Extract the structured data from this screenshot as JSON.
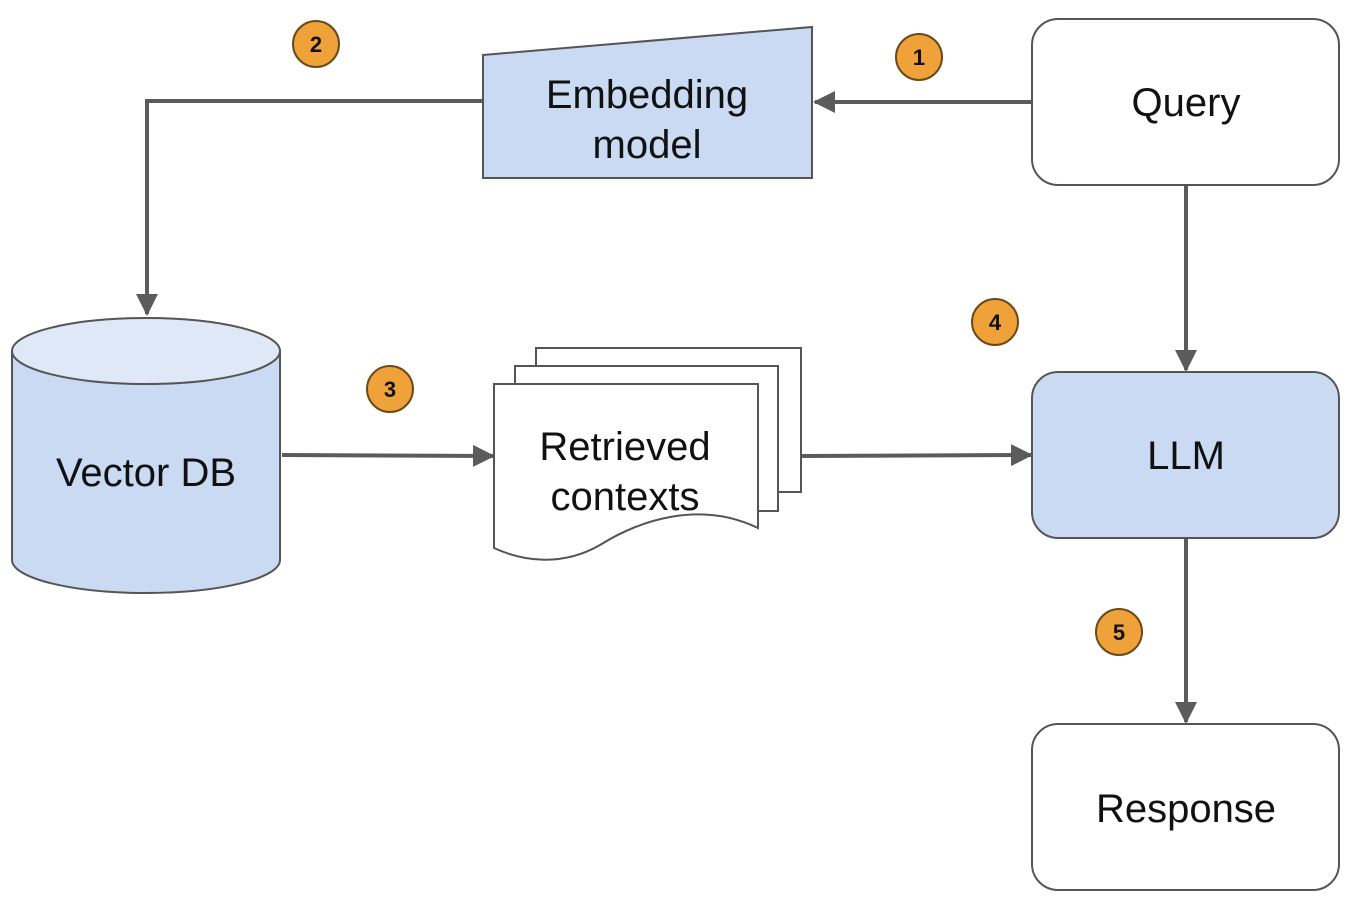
{
  "nodes": {
    "embedding_model": {
      "line1": "Embedding",
      "line2": "model"
    },
    "query": {
      "label": "Query"
    },
    "vector_db": {
      "label": "Vector DB"
    },
    "retrieved_contexts": {
      "line1": "Retrieved",
      "line2": "contexts"
    },
    "llm": {
      "label": "LLM"
    },
    "response": {
      "label": "Response"
    }
  },
  "steps": [
    "1",
    "2",
    "3",
    "4",
    "5"
  ],
  "colors": {
    "blue_fill": "#c9daf2",
    "cylinder_top": "#dfe8f6",
    "white_fill": "#ffffff",
    "stroke": "#555555",
    "arrow": "#5b5b5b",
    "badge_fill": "#f0a23a",
    "badge_stroke": "#6b4a1a"
  }
}
